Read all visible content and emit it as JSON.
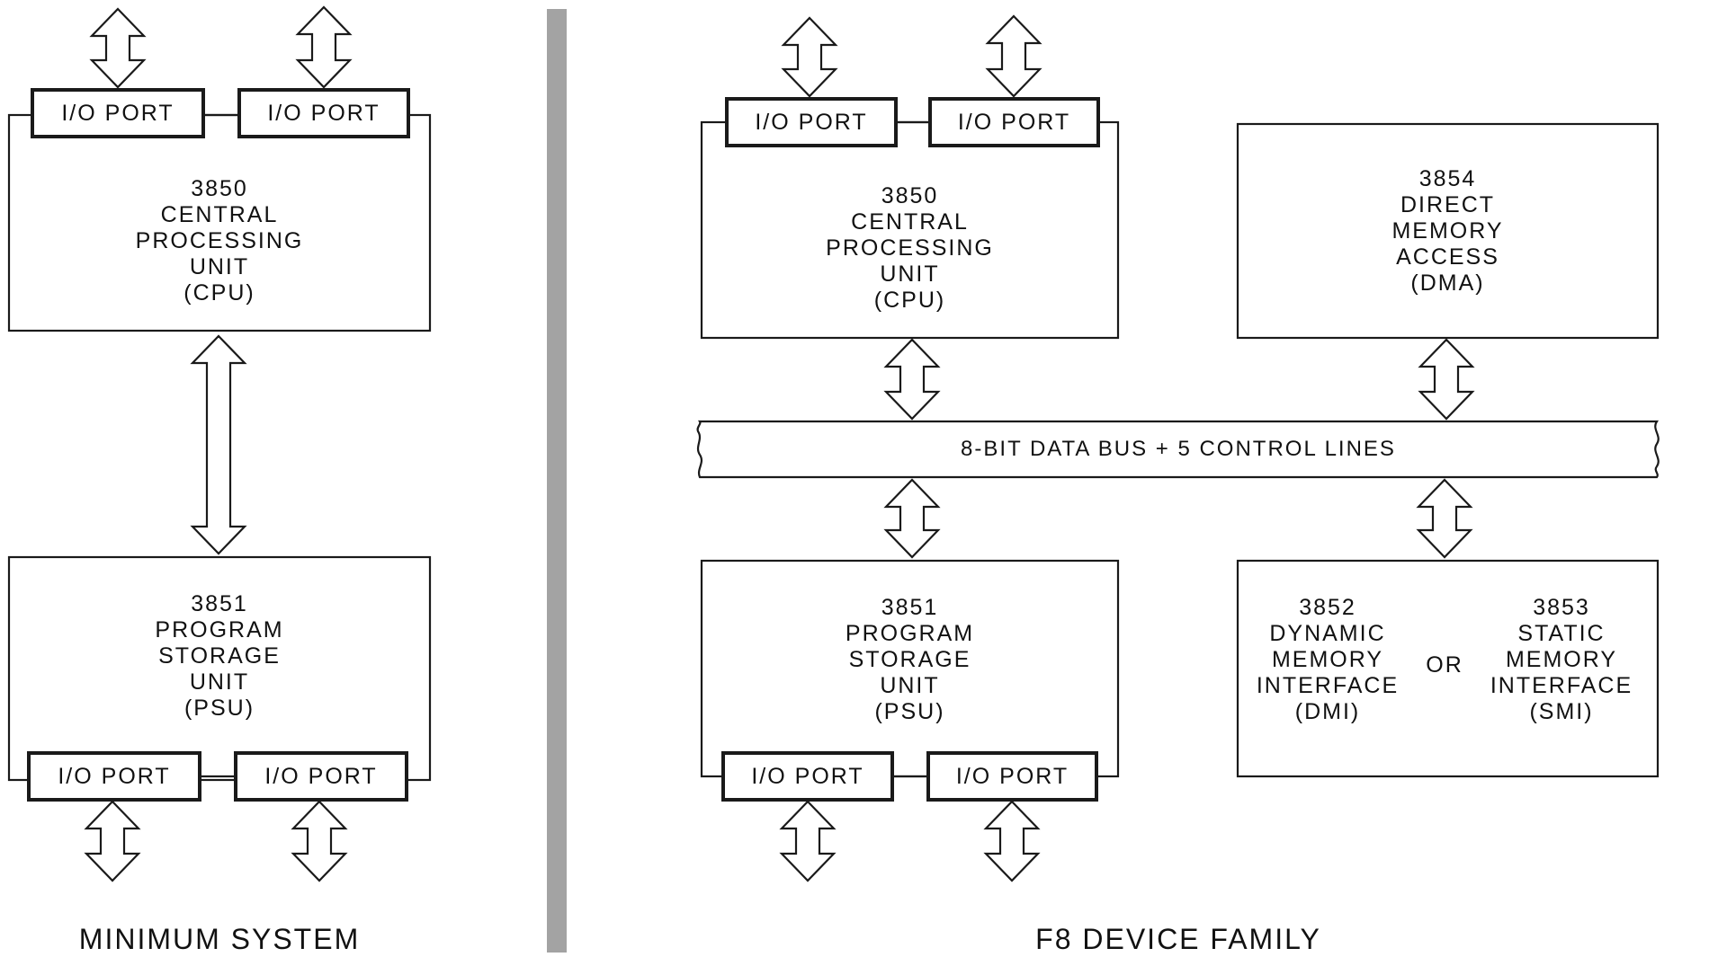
{
  "colors": {
    "line": "#1a1a1a",
    "divider": "#a3a3a3",
    "background": "#ffffff"
  },
  "minimum_system": {
    "title": "MINIMUM SYSTEM",
    "cpu": {
      "lines": [
        "3850",
        "CENTRAL",
        "PROCESSING",
        "UNIT",
        "(CPU)"
      ]
    },
    "psu": {
      "lines": [
        "3851",
        "PROGRAM",
        "STORAGE",
        "UNIT",
        "(PSU)"
      ]
    },
    "cpu_ports": [
      "I/O PORT",
      "I/O PORT"
    ],
    "psu_ports": [
      "I/O PORT",
      "I/O PORT"
    ]
  },
  "f8_family": {
    "title": "F8 DEVICE FAMILY",
    "cpu": {
      "lines": [
        "3850",
        "CENTRAL",
        "PROCESSING",
        "UNIT",
        "(CPU)"
      ]
    },
    "dma": {
      "lines": [
        "3854",
        "DIRECT",
        "MEMORY",
        "ACCESS",
        "(DMA)"
      ]
    },
    "psu": {
      "lines": [
        "3851",
        "PROGRAM",
        "STORAGE",
        "UNIT",
        "(PSU)"
      ]
    },
    "dmi": {
      "lines": [
        "3852",
        "DYNAMIC",
        "MEMORY",
        "INTERFACE",
        "(DMI)"
      ]
    },
    "smi": {
      "lines": [
        "3853",
        "STATIC",
        "MEMORY",
        "INTERFACE",
        "(SMI)"
      ]
    },
    "or_label": "OR",
    "bus_label": "8-BIT DATA BUS + 5 CONTROL LINES",
    "cpu_ports": [
      "I/O PORT",
      "I/O PORT"
    ],
    "psu_ports": [
      "I/O PORT",
      "I/O PORT"
    ]
  }
}
